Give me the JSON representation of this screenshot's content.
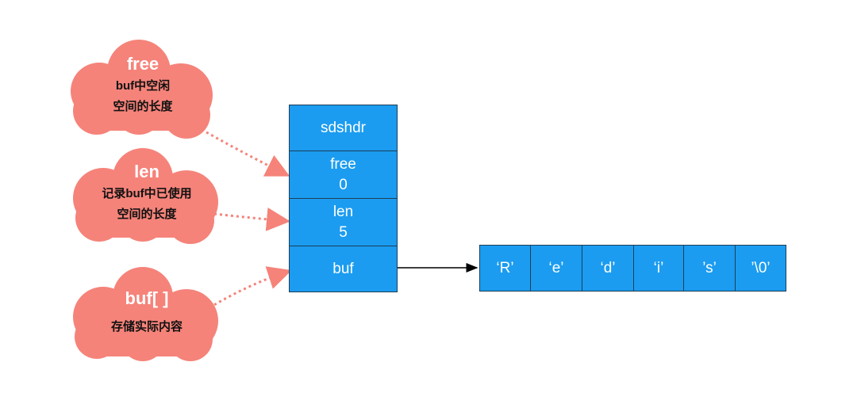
{
  "colors": {
    "cloud": "#f5837a",
    "cell": "#1b9cf0",
    "cell_border": "#1c3e57",
    "dotted_arrow": "#f5837a",
    "solid_arrow": "#000000"
  },
  "clouds": [
    {
      "title": "free",
      "desc_lines": [
        "buf中空闲",
        "空间的长度"
      ]
    },
    {
      "title": "len",
      "desc_lines": [
        "记录buf中已使用",
        "空间的长度"
      ]
    },
    {
      "title": "buf[ ]",
      "desc_lines": [
        "存储实际内容"
      ]
    }
  ],
  "sdshdr": {
    "header": "sdshdr",
    "fields": [
      {
        "name": "free",
        "value": "0"
      },
      {
        "name": "len",
        "value": "5"
      },
      {
        "name": "buf",
        "value": ""
      }
    ]
  },
  "buffer": [
    "‘R’",
    "‘e’",
    "‘d’",
    "‘i’",
    "’s’",
    "’\\0’"
  ]
}
